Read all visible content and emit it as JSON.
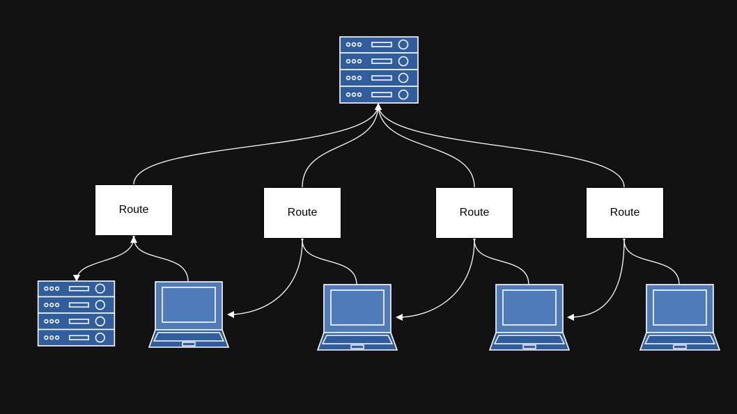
{
  "diagram": {
    "background_color": "#121212",
    "device_fill": "#4f7cb8",
    "device_dark": "#2f5d9e",
    "stroke_color": "#ffffff",
    "routes": [
      {
        "label": "Route"
      },
      {
        "label": "Route"
      },
      {
        "label": "Route"
      },
      {
        "label": "Route"
      }
    ],
    "devices": {
      "top_server": {
        "icon": "server-rack-icon"
      },
      "bottom_server": {
        "icon": "server-rack-icon"
      },
      "laptops": [
        {
          "icon": "laptop-icon"
        },
        {
          "icon": "laptop-icon"
        },
        {
          "icon": "laptop-icon"
        },
        {
          "icon": "laptop-icon"
        }
      ]
    }
  }
}
